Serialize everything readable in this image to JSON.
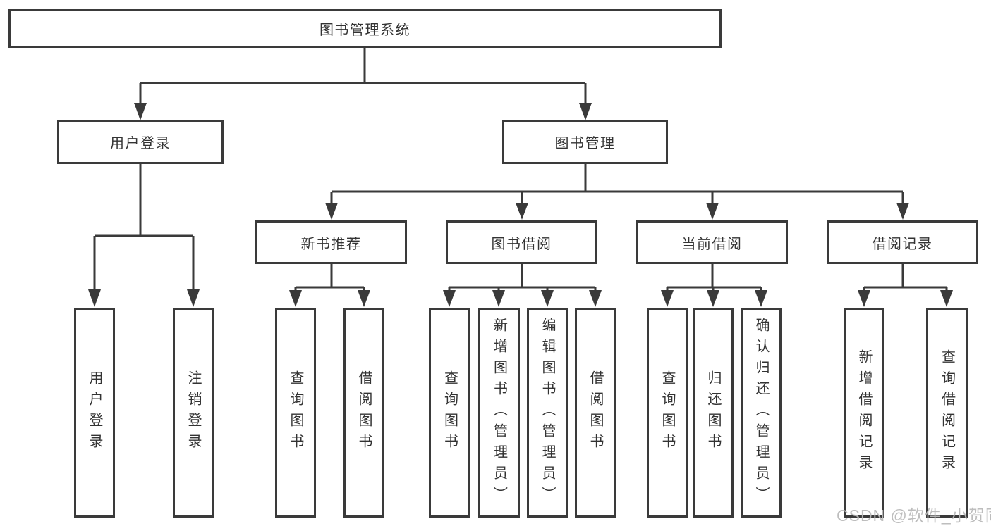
{
  "colors": {
    "line": "#3a3a3a",
    "text": "#333333",
    "watermark": "#bababa",
    "background": "#ffffff"
  },
  "watermark": {
    "text": "CSDN @软件_小贺同学"
  },
  "tree": {
    "label": "图书管理系统",
    "children": [
      {
        "label": "用户登录",
        "children": [
          {
            "label": "用户登录"
          },
          {
            "label": "注销登录"
          }
        ]
      },
      {
        "label": "图书管理",
        "children": [
          {
            "label": "新书推荐",
            "children": [
              {
                "label": "查询图书"
              },
              {
                "label": "借阅图书"
              }
            ]
          },
          {
            "label": "图书借阅",
            "children": [
              {
                "label": "查询图书"
              },
              {
                "label": "新增图书（管理员）"
              },
              {
                "label": "编辑图书（管理员）"
              },
              {
                "label": "借阅图书"
              }
            ]
          },
          {
            "label": "当前借阅",
            "children": [
              {
                "label": "查询图书"
              },
              {
                "label": "归还图书"
              },
              {
                "label": "确认归还（管理员）"
              }
            ]
          },
          {
            "label": "借阅记录",
            "children": [
              {
                "label": "新增借阅记录"
              },
              {
                "label": "查询借阅记录"
              }
            ]
          }
        ]
      }
    ]
  }
}
